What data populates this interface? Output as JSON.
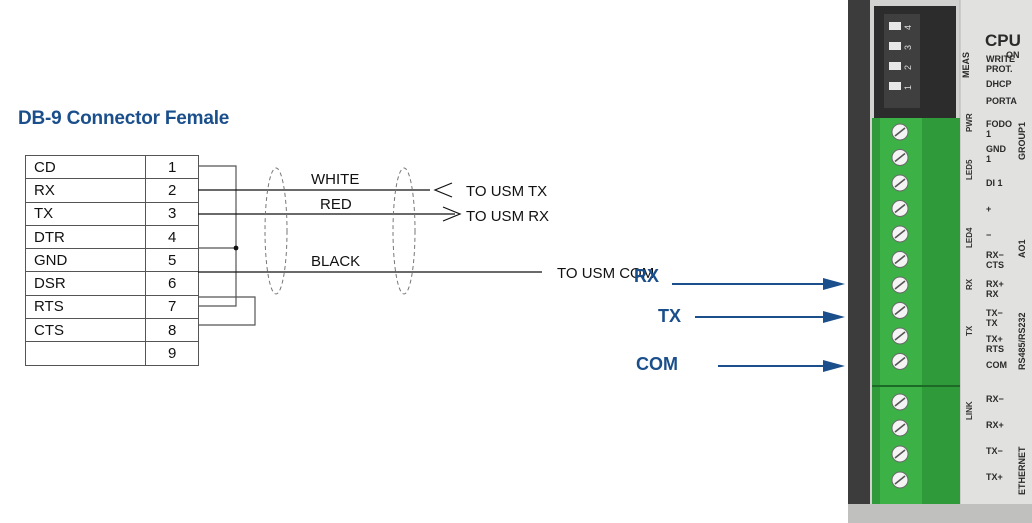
{
  "header": {
    "title": "DB-9 Connector Female"
  },
  "pins": [
    {
      "signal": "CD",
      "number": "1"
    },
    {
      "signal": "RX",
      "number": "2"
    },
    {
      "signal": "TX",
      "number": "3"
    },
    {
      "signal": "DTR",
      "number": "4"
    },
    {
      "signal": "GND",
      "number": "5"
    },
    {
      "signal": "DSR",
      "number": "6"
    },
    {
      "signal": "RTS",
      "number": "7"
    },
    {
      "signal": "CTS",
      "number": "8"
    },
    {
      "signal": "",
      "number": "9"
    }
  ],
  "wires": [
    {
      "color": "WHITE",
      "destination": "TO USM TX"
    },
    {
      "color": "RED",
      "destination": "TO USM RX"
    },
    {
      "color": "BLACK",
      "destination": "TO USM COM"
    }
  ],
  "pointers": {
    "rx": "RX",
    "tx": "TX",
    "com": "COM"
  },
  "device": {
    "title": "CPU",
    "on_label": "ON",
    "meas_label": "MEAS",
    "dip_numbers": [
      "4",
      "3",
      "2",
      "1"
    ],
    "right_labels": [
      "WRITE",
      "PROT.",
      "DHCP",
      "PORTA",
      "FODO",
      "1",
      "GND",
      "1",
      "DI 1",
      "+",
      "−",
      "RX−",
      "CTS",
      "RX+",
      "RX",
      "TX−",
      "TX",
      "TX+",
      "RTS",
      "COM",
      "RX−",
      "RX+",
      "TX−",
      "TX+"
    ],
    "vertical_labels": [
      "GROUP1",
      "AO1",
      "RS485/RS232",
      "ETHERNET"
    ],
    "side_labels": [
      "PWR",
      "LED5",
      "LED4",
      "RX",
      "TX",
      "LINK"
    ]
  }
}
